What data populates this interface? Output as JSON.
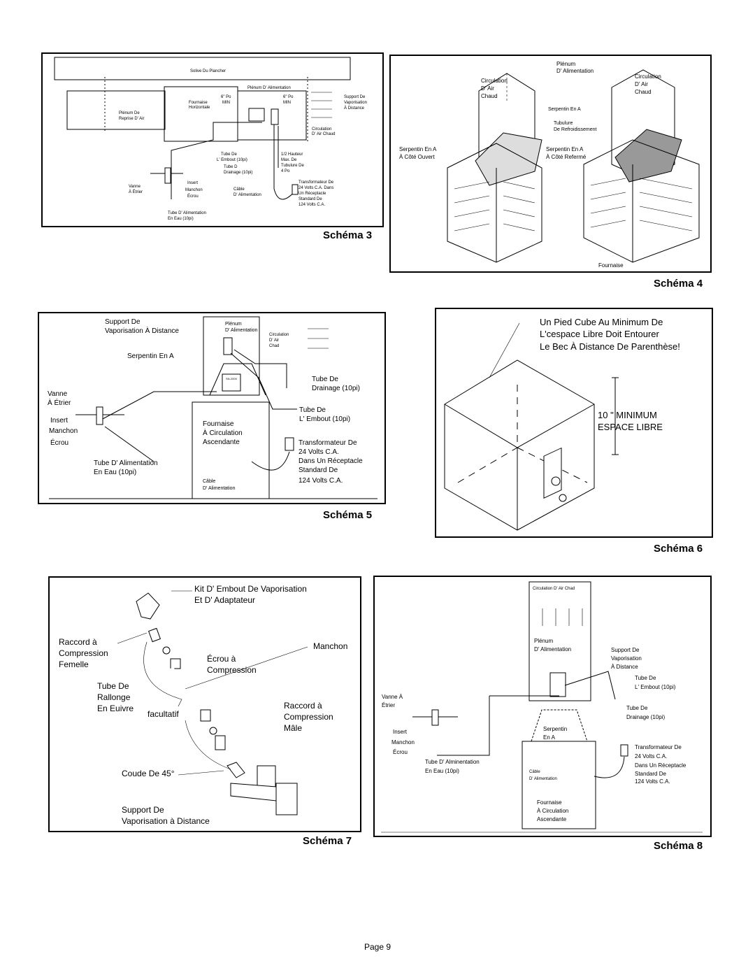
{
  "page": {
    "number_label": "Page 9"
  },
  "schema3": {
    "caption": "Schéma 3",
    "labels": {
      "joist": "Solive Du Plancher",
      "supply_plenum": "Plénum D' Alimentation",
      "return_plenum": [
        "Plénum De",
        "Reprise D' Air"
      ],
      "furnace": [
        "Fournaise",
        "Horizontale"
      ],
      "min1": [
        "6\" Po",
        "MIN"
      ],
      "min2": [
        "6\" Po",
        "MIN"
      ],
      "support": [
        "Support De",
        "Vaporisation",
        "À Distance"
      ],
      "circulation": [
        "Circulation",
        "D' Air Chaud"
      ],
      "tube_embout": [
        "Tube De",
        "L' Embout (10pi)"
      ],
      "tube_drain": [
        "Tube D",
        "Drainage (10pi)"
      ],
      "half_height": [
        "1/2 Hauteur",
        "Max. De",
        "Tubulure De",
        "4 Po"
      ],
      "valve": [
        "Vanne",
        "À Étrier"
      ],
      "fittings": [
        "Insert",
        "Manchon",
        "Écrou"
      ],
      "cable": [
        "Câble",
        "D' Alimentation"
      ],
      "transformer": [
        "Transformateur De",
        "24 Volts C.A. Dans",
        "Un Réceptacle",
        "Standard De",
        "124 Volts C.A."
      ],
      "water_tube": [
        "Tube D' Alimentation",
        "En Eau (10pi)"
      ]
    }
  },
  "schema4": {
    "caption": "Schéma 4",
    "labels": {
      "plenum": [
        "Plénum",
        "D' Alimentation"
      ],
      "circ_left": [
        "Circulation",
        "D' Air",
        "Chaud"
      ],
      "circ_right": [
        "Circulation",
        "D' Air",
        "Chaud"
      ],
      "coil_a": "Serpentin En A",
      "tubing": [
        "Tubulure",
        "De Refroidissement"
      ],
      "coil_open": [
        "Serpentin En A",
        "À Côté Ouvert"
      ],
      "coil_closed": [
        "Serpentin En A",
        "À Côté Refermé"
      ],
      "furnace": "Fournaise"
    }
  },
  "schema5": {
    "caption": "Schéma 5",
    "labels": {
      "support": [
        "Support De",
        "Vaporisation À Distance"
      ],
      "plenum": [
        "Plénum",
        "D' Alimentation"
      ],
      "circulation": [
        "Circulation",
        "D' Air",
        "Chad"
      ],
      "coil": "Serpentin En A",
      "drain": [
        "Tube De",
        "Drainage (10pi)"
      ],
      "valve": [
        "Vanne",
        "À Étrier"
      ],
      "embout": [
        "Tube De",
        "L' Embout (10pi)"
      ],
      "fittings": [
        "Insert",
        "Manchon",
        "Écrou"
      ],
      "furnace": [
        "Fournaise",
        "À Circulation",
        "Ascendante"
      ],
      "transformer": [
        "Transformateur De",
        "24 Volts C.A.",
        "Dans Un Réceptacle",
        "Standard De",
        "124 Volts C.A."
      ],
      "water": [
        "Tube D' Alimentation",
        "En Eau (10pi)"
      ],
      "cable": [
        "Câble",
        "D' Alimentation"
      ],
      "model": "SN-2000"
    }
  },
  "schema6": {
    "caption": "Schéma 6",
    "labels": {
      "cube": [
        "Un Pied Cube Au Minimum De",
        "L'cespace Libre Doit Entourer",
        "Le Bec À Distance De Parenthèse!"
      ],
      "minimum": [
        "10 \" MINIMUM",
        "ESPACE LIBRE"
      ]
    }
  },
  "schema7": {
    "caption": "Schéma 7",
    "labels": {
      "kit": [
        "Kit D' Embout De Vaporisation",
        "Et D' Adaptateur"
      ],
      "female": [
        "Raccord à",
        "Compression",
        "Femelle"
      ],
      "manchon": "Manchon",
      "ecrou": [
        "Écrou à",
        "Compression"
      ],
      "extension": [
        "Tube De",
        "Rallonge",
        "En Euivre"
      ],
      "optional": "facultatif",
      "male": [
        "Raccord à",
        "Compression",
        "Mâle"
      ],
      "elbow": "Coude De 45°",
      "support": [
        "Support De",
        "Vaporisation à Distance"
      ]
    }
  },
  "schema8": {
    "caption": "Schéma 8",
    "labels": {
      "circulation": "Circulation D' Air Chad",
      "plenum": [
        "Plénum",
        "D' Alimentation"
      ],
      "support": [
        "Support De",
        "Vaporisation",
        "À Distance"
      ],
      "embout": [
        "Tube De",
        "L' Embout (10pi)"
      ],
      "valve": [
        "Vanne À",
        "Étrier"
      ],
      "drain": [
        "Tube De",
        "Drainage (10pi)"
      ],
      "fittings": [
        "Insert",
        "Manchon",
        "Écrou"
      ],
      "coil": [
        "Serpentin",
        "En A"
      ],
      "transformer": [
        "Transformateur De",
        "24 Volts C.A.",
        "Dans Un Réceptacle",
        "Standard De",
        "124 Volts C.A."
      ],
      "water": [
        "Tube D' Alminentation",
        "En Eau (10pi)"
      ],
      "cable": [
        "Câble",
        "D' Alimentation"
      ],
      "furnace": [
        "Fournaise",
        "À Circulation",
        "Ascendante"
      ]
    }
  }
}
